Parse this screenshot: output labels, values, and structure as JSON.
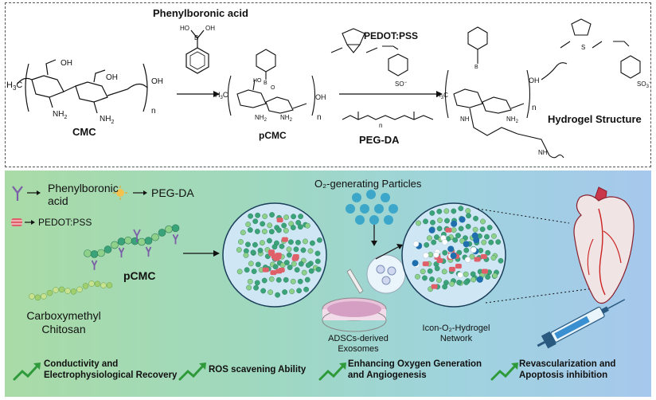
{
  "scheme": {
    "reagent_top": "Phenylboronic acid",
    "reagent_pedot": "PEDOT:PSS",
    "reagent_pegda": "PEG-DA",
    "cmc_label": "CMC",
    "pcmc_label": "pCMC",
    "hydrogel_label": "Hydrogel Structure",
    "subscript_n": "n"
  },
  "legend": {
    "phenylboronic": "Phenylboronic acid",
    "pegda": "PEG-DA",
    "pedot": "PEDOT:PSS"
  },
  "process": {
    "pcmc": "pCMC",
    "carboxymethyl_chitosan": "Carboxymethyl Chitosan",
    "o2_particles": "O₂-generating Particles",
    "exosomes": "ADSCs-derived Exosomes",
    "network": "Icon-O₂-Hydrogel Network"
  },
  "outcomes": [
    {
      "label": "Conductivity and Electrophysiological Recovery"
    },
    {
      "label": "ROS scavening Ability"
    },
    {
      "label": "Enhancing Oxygen Generation and Angiogenesis"
    },
    {
      "label": "Revascularization and Apoptosis inhibition"
    }
  ],
  "colors": {
    "chain_bead": "#3aa37a",
    "chain_bead_light": "#8fd08a",
    "phenylboronic_marker": "#7b5ea7",
    "pedot_marker": "#e0606a",
    "pegda_marker": "#f2c14e",
    "o2_particle": "#2a9fc8",
    "outcome_arrow": "#2f9a3a"
  }
}
